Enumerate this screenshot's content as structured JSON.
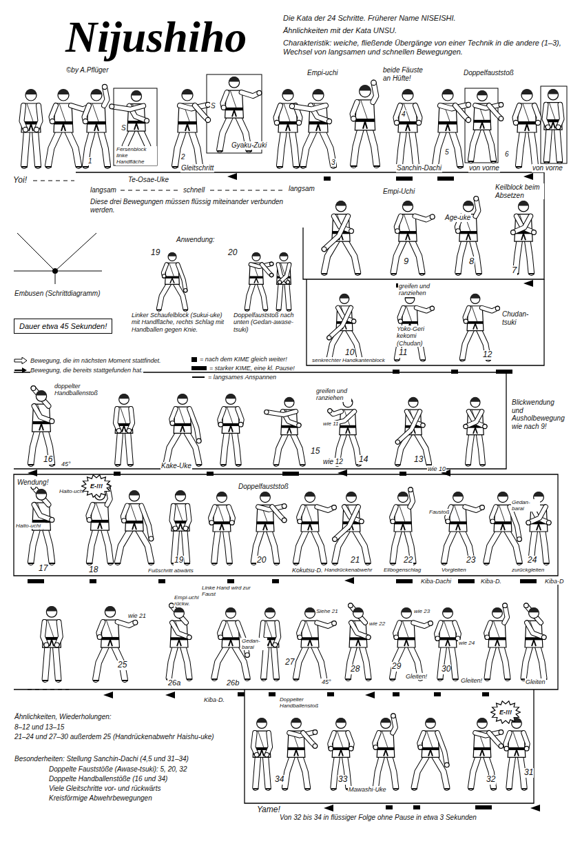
{
  "diagram": {
    "title": "Nijushiho",
    "nodes": [
      {
        "text": [
          "Dauer etwa 45 Sekunden!"
        ]
      },
      {
        "text": [
          "E-!!!"
        ]
      },
      {
        "text": [
          "E-!!!"
        ]
      }
    ],
    "labels": [
      "©by A.Pflüger",
      "Die Kata der 24 Schritte. Früherer Name NISEISHI.",
      "Ähnlichkeiten mit der Kata UNSU.",
      "Charakteristik: weiche, fließende Übergänge von einer Technik in die andere (1–3), Wechsel von langsamen und schnellen Bewegungen.",
      "Empi-uchi",
      "beide Fäuste an Hüfte!",
      "Doppelfauststoß",
      "S",
      "Fersenblock linke Handfläche",
      "S",
      "1",
      "2",
      "Gleitschritt",
      "Gyaku-Zuki",
      "3",
      "4",
      "5",
      "6",
      "Sanchin-Dachi",
      "von vorne",
      "von vorne",
      "Yoi!",
      "Te-Osae-Uke",
      "langsam",
      "schnell",
      "langsam",
      "Diese drei Bewegungen müssen flüssig miteinander verbunden werden.",
      "Empi-Uchi",
      "Age-uke",
      "Keilblock beim Absetzen",
      "9",
      "8",
      "7",
      "Embusen (Schrittdiagramm)",
      "Anwendung:",
      "19",
      "20",
      "Linker Schaufelblock (Sukui-uke) mit Handfläche, rechts Schlag mit Handballen gegen Knie.",
      "Doppelfauststoß nach unten (Gedan-awase-tsuki)",
      "greifen und ranziehen",
      "Chudan-tsuki",
      "Yoko-Geri kekomi (Chudan)",
      "10",
      "11",
      "12",
      "senkrechter Handkantenblock",
      "doppelter Handballenstoß",
      "16",
      "45°",
      "Kake-Uke",
      "15",
      "wie 12",
      "greifen und ranziehen",
      "wie 11",
      "14",
      "13",
      "wie 10",
      "Blickwendung und Ausholbewegung wie nach 9!",
      "Wendung!",
      "Haito-uchi",
      "Haito-uchi",
      "17",
      "18",
      "Fußschritt abwärts",
      "19",
      "Doppelfauststoß",
      "20",
      "Kokutsu-D.",
      "Handrückenabwehr",
      "21",
      "Faustoß",
      "Gedan-barai",
      "22",
      "Ellbogenschlag",
      "23",
      "Vorgleiten",
      "24",
      "zurückgleiten",
      "Kiba-Dachi",
      "Kiba-D.",
      "Kiba-D",
      "wie 21",
      "25",
      "Empi-uchi rückw.",
      "26a",
      "Linke Hand wird zur Faust",
      "Gedan-barai",
      "26b",
      "Siehe 21",
      "27",
      "45°",
      "wie 22",
      "28",
      "wie 23",
      "29",
      "Gleiten!",
      "wie 24",
      "30",
      "Gleiten!",
      "Gleiten",
      "Kiba-D.",
      "Ähnlichkeiten, Wiederholungen:",
      "8–12 und 13–15",
      "21–24 und 27–30 außerdem 25 (Handrückenabwehr Haishu-uke)",
      "Besonderheiten: Stellung Sanchin-Dachi (4,5 und 31–34)",
      "Doppelte Fauststöße (Awase-tsuki): 5, 20, 32",
      "Doppelte Handballenstöße (16 und 34)",
      "Viele Gleitschritte vor- und rückwärts",
      "Kreisförmige Abwehrbewegungen",
      "Doppelter Handballenstoß",
      "34",
      "33",
      "Mawashi-Uke",
      "32",
      "31",
      "Yame!",
      "Von 32 bis 34 in flüssiger Folge ohne Pause in etwa 3 Sekunden"
    ],
    "legend": [
      {
        "text": "Bewegung, die im nächsten Moment stattfindet."
      },
      {
        "text": "Bewegung, die bereits stattgefunden hat."
      },
      {
        "text": "= nach dem KIME gleich weiter!",
        "color": "#000000"
      },
      {
        "text": "= starker KIME, eine kl. Pause!",
        "color": "#000000"
      },
      {
        "text": "= langsames Anspannen"
      }
    ]
  }
}
